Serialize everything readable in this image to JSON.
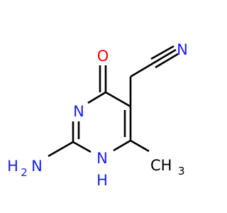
{
  "molecule": {
    "atoms": {
      "nitrile_n": "N",
      "carbonyl_o": "O",
      "ring_n3": "N",
      "amino_n": "H",
      "amino_n_symbol": "N",
      "amino_n_subscript": "2",
      "ring_n1": "N",
      "ring_n1_h": "H",
      "methyl_c": "CH",
      "methyl_subscript": "3"
    }
  },
  "colors": {
    "bond": "#000000",
    "nitrogen": "#1a1aff",
    "oxygen": "#ff0000",
    "carbon": "#000000"
  }
}
